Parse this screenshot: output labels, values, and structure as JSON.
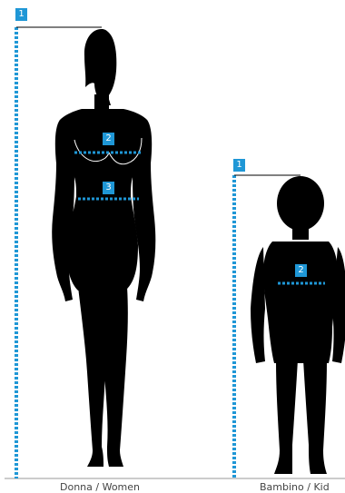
{
  "colors": {
    "accent": "#1f97d6",
    "silhouette": "#000000",
    "background": "#ffffff",
    "caption": "#444444"
  },
  "women": {
    "caption": "Donna / Women",
    "markers": {
      "height": "1",
      "bust": "2",
      "waist": "3"
    }
  },
  "kid": {
    "caption": "Bambino / Kid",
    "markers": {
      "height": "1",
      "chest": "2"
    }
  }
}
